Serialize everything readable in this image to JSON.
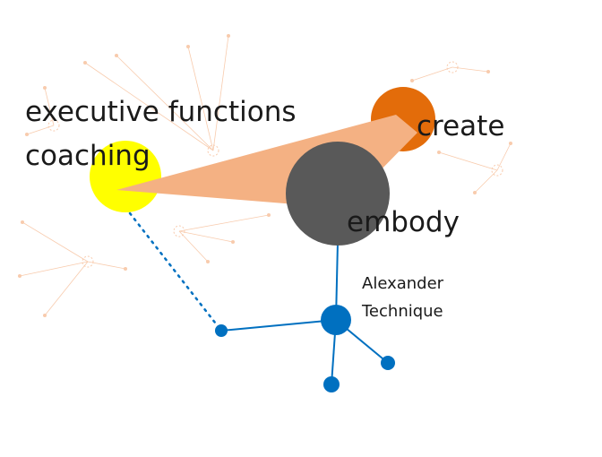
{
  "colors": {
    "coaching": "#FFFF00",
    "create": "#E36C0A",
    "embody": "#595959",
    "wedge": "#F4B183",
    "blue": "#0070C0",
    "faint": "#F8CBAD"
  },
  "nodes": {
    "coaching_line1": "executive functions",
    "coaching_line2": "coaching",
    "create": "create",
    "embody": "embody",
    "alexander_line1": "Alexander",
    "alexander_line2": "Technique"
  }
}
